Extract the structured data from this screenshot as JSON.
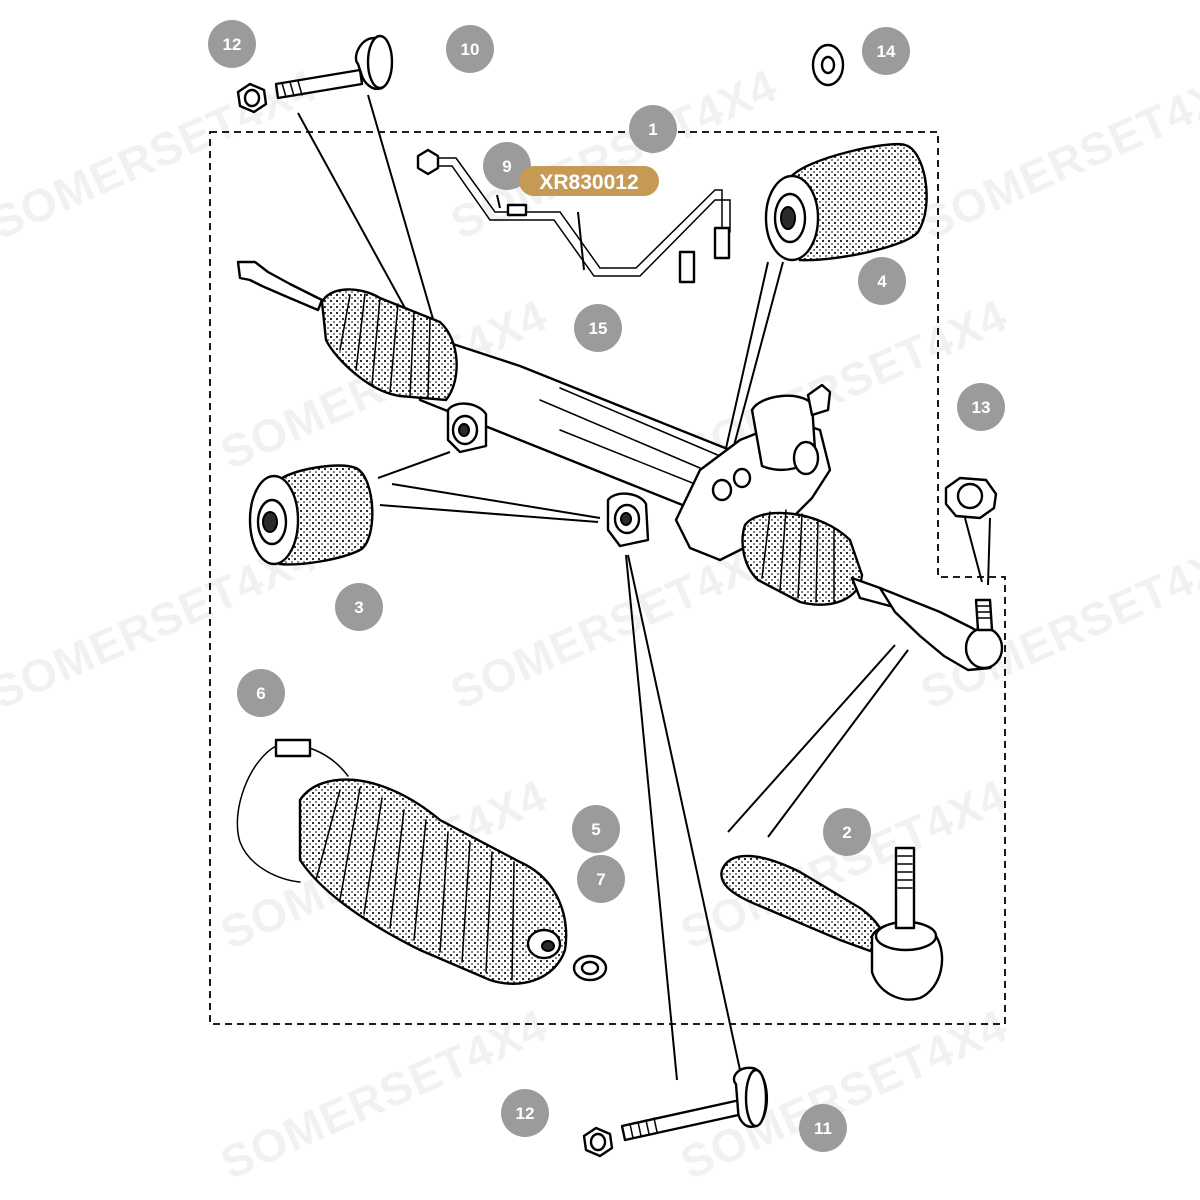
{
  "part_number": "XR830012",
  "watermark": "SOMERSET4X4",
  "callouts": {
    "c1": "1",
    "c2": "2",
    "c3": "3",
    "c4": "4",
    "c5": "5",
    "c6": "6",
    "c7": "7",
    "c9": "9",
    "c10": "10",
    "c11": "11",
    "c12a": "12",
    "c12b": "12",
    "c13": "13",
    "c14": "14",
    "c15": "15"
  },
  "colors": {
    "callout": "#9b9b9b",
    "badge": "#c49a55"
  }
}
